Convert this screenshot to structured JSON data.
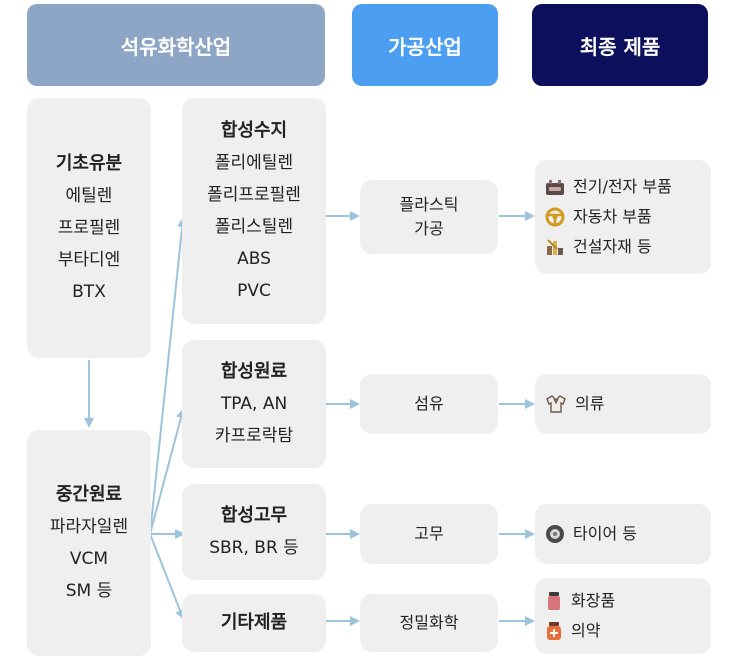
{
  "headers": {
    "petro": "석유화학산업",
    "process": "가공산업",
    "final": "최종 제품"
  },
  "basic": {
    "title": "기초유분",
    "items": [
      "에틸렌",
      "프로필렌",
      "부타디엔",
      "BTX"
    ]
  },
  "intermediate": {
    "title": "중간원료",
    "items": [
      "파라자일렌",
      "VCM",
      "SM 등"
    ]
  },
  "resin": {
    "title": "합성수지",
    "items": [
      "폴리에틸렌",
      "폴리프로필렌",
      "폴리스틸렌",
      "ABS",
      "PVC"
    ]
  },
  "raw": {
    "title": "합성원료",
    "items": [
      "TPA, AN",
      "카프로락탐"
    ]
  },
  "rubber": {
    "title": "합성고무",
    "items": [
      "SBR, BR 등"
    ]
  },
  "other": {
    "title": "기타제품"
  },
  "processes": {
    "plastic": [
      "플라스틱",
      "가공"
    ],
    "fiber": "섬유",
    "rubber": "고무",
    "fine": "정밀화학"
  },
  "products": {
    "plastic": [
      {
        "icon": "electronics-icon",
        "label": "전기/전자 부품"
      },
      {
        "icon": "steering-wheel-icon",
        "label": "자동차 부품"
      },
      {
        "icon": "construction-icon",
        "label": "건설자재 등"
      }
    ],
    "fiber": [
      {
        "icon": "clothing-icon",
        "label": "의류"
      }
    ],
    "rubber": [
      {
        "icon": "tire-icon",
        "label": "타이어 등"
      }
    ],
    "fine": [
      {
        "icon": "cosmetics-icon",
        "label": "화장품"
      },
      {
        "icon": "medicine-icon",
        "label": "의약"
      }
    ]
  },
  "colors": {
    "petro_header": "#8ea6c6",
    "process_header": "#4b9ef0",
    "final_header": "#0c0f5c",
    "box": "#efefef",
    "arrow": "#9ec3dc"
  }
}
